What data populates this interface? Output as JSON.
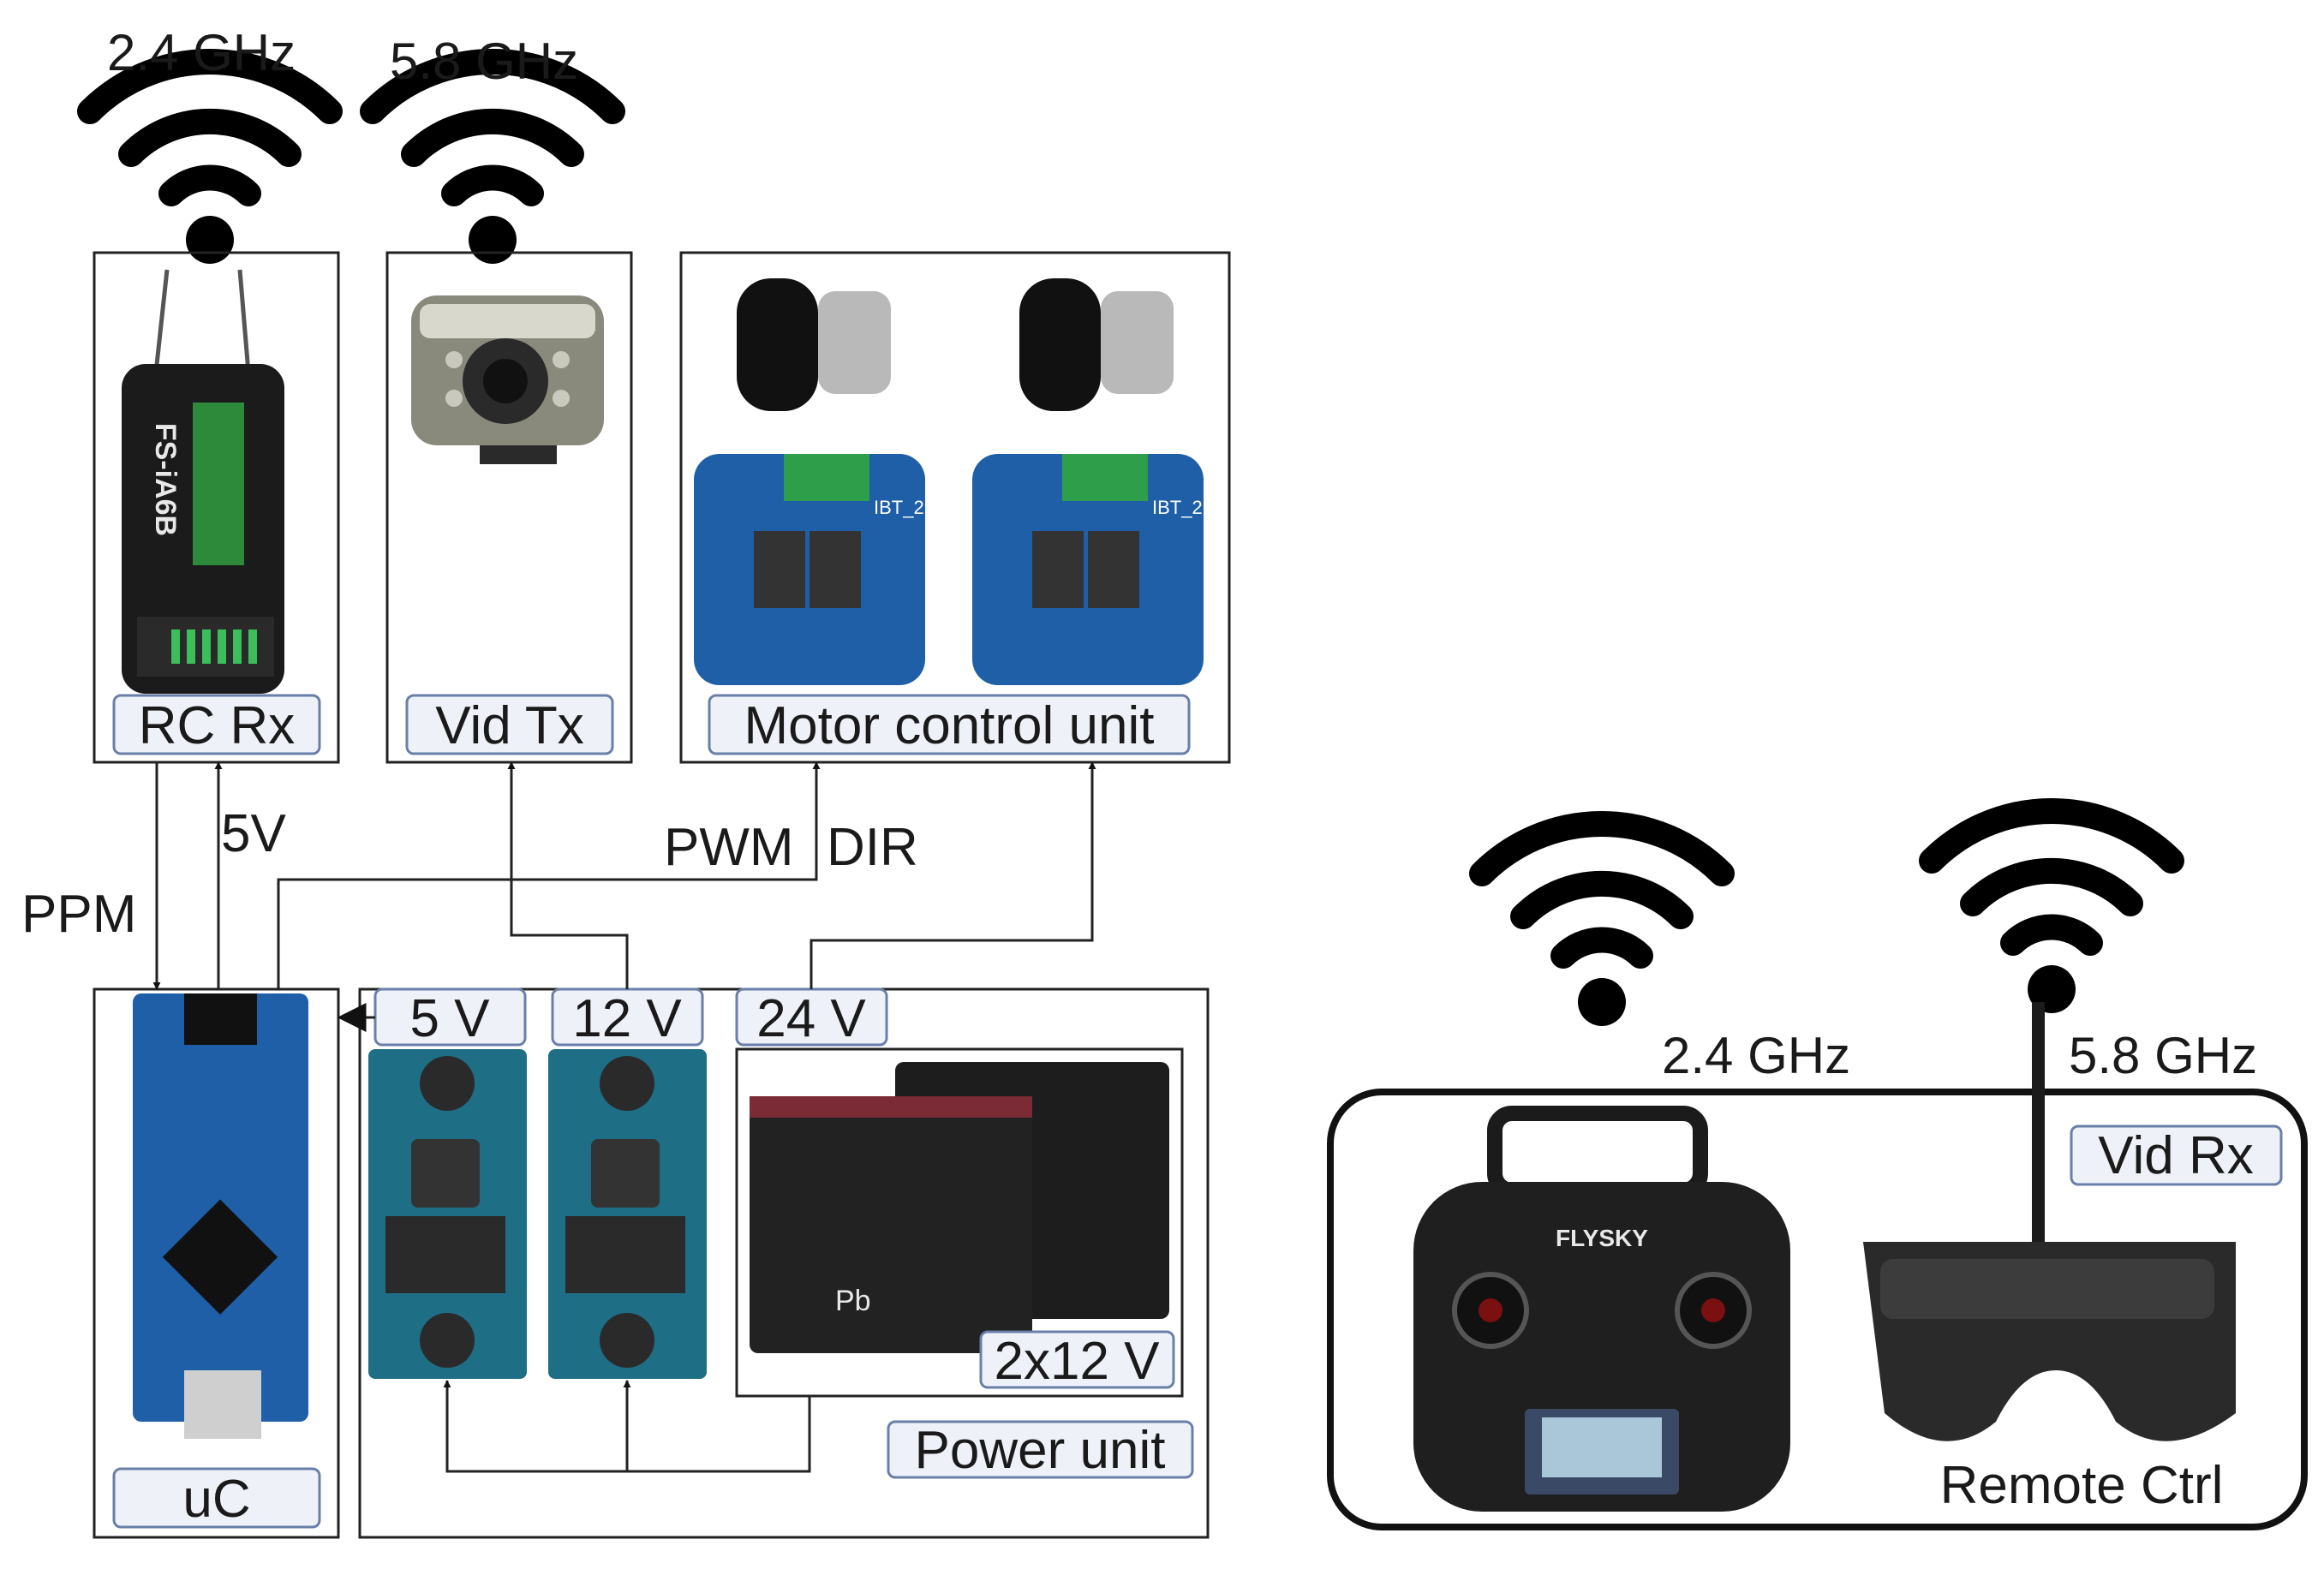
{
  "labels": {
    "rc_rx": "RC Rx",
    "vid_tx": "Vid Tx",
    "motor_unit": "Motor control unit",
    "uc": "uC",
    "power_unit": "Power unit",
    "v5": "5 V",
    "v12": "12 V",
    "v24": "24 V",
    "battery": "2x12 V",
    "vid_rx": "Vid Rx",
    "remote_ctrl": "Remote Ctrl"
  },
  "signals": {
    "ppm": "PPM",
    "five_v": "5V",
    "pwm": "PWM",
    "dir": "DIR"
  },
  "frequencies": {
    "rc_rx": "2.4 GHz",
    "vid_tx": "5.8 GHz",
    "remote": "2.4 GHz",
    "vid_rx": "5.8 GHz"
  },
  "component_text": {
    "fs_model": "FS-iA6B",
    "camera_model": "",
    "driver_model": "IBT_2",
    "transmitter_brand": "FLYSKY",
    "battery_chem": "Pb"
  },
  "colors": {
    "label_fill": "#eef2f8",
    "label_stroke": "#6a7fa8",
    "line": "#222222",
    "pcb_blue": "#1f5fa8",
    "board_green": "#1e6e86"
  }
}
